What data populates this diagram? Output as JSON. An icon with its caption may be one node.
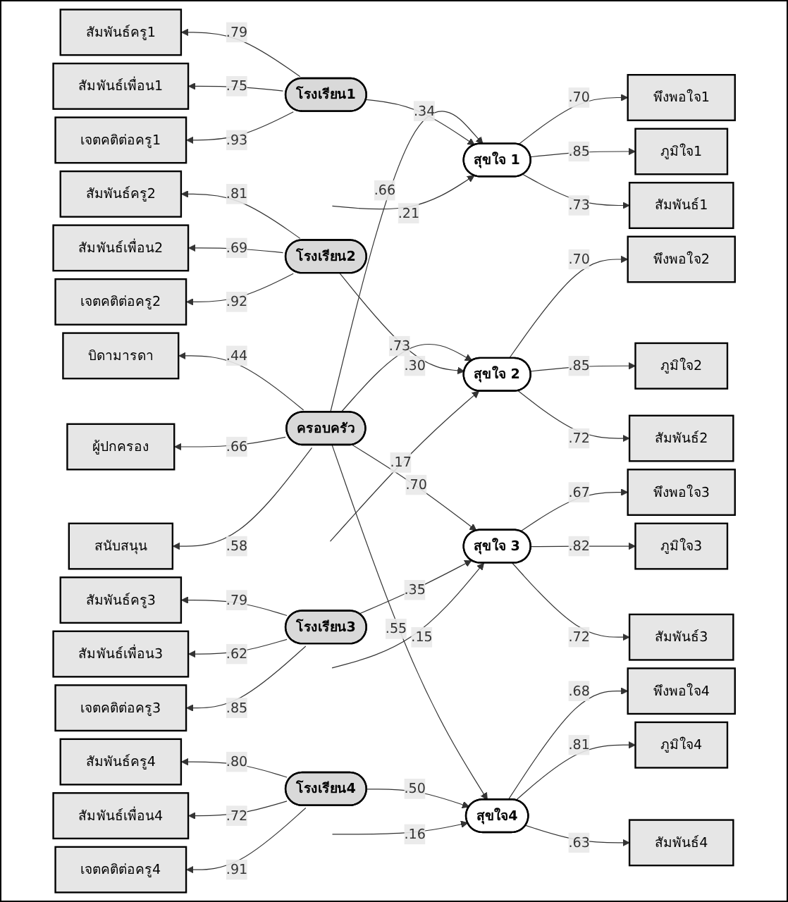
{
  "diagram": {
    "nodes": [
      {
        "text": [
          "ครอบครัว"
        ]
      },
      {
        "text": [
          "บิดามารดา"
        ]
      },
      {
        "text": [
          "ผู้ปกครอง"
        ]
      },
      {
        "text": [
          "สนับสนุน"
        ]
      },
      {
        "text": [
          "โรงเรียน1"
        ]
      },
      {
        "text": [
          "สัมพันธ์ครู1"
        ]
      },
      {
        "text": [
          "สัมพันธ์เพื่อน1"
        ]
      },
      {
        "text": [
          "เจตคติต่อครู1"
        ]
      },
      {
        "text": [
          "โรงเรียน2"
        ]
      },
      {
        "text": [
          "สัมพันธ์ครู2"
        ]
      },
      {
        "text": [
          "สัมพันธ์เพื่อน2"
        ]
      },
      {
        "text": [
          "เจตคติต่อครู2"
        ]
      },
      {
        "text": [
          "โรงเรียน3"
        ]
      },
      {
        "text": [
          "สัมพันธ์ครู3"
        ]
      },
      {
        "text": [
          "สัมพันธ์เพื่อน3"
        ]
      },
      {
        "text": [
          "เจตคติต่อครู3"
        ]
      },
      {
        "text": [
          "โรงเรียน4"
        ]
      },
      {
        "text": [
          "สัมพันธ์ครู4"
        ]
      },
      {
        "text": [
          "สัมพันธ์เพื่อน4"
        ]
      },
      {
        "text": [
          "เจตคติต่อครู4"
        ]
      },
      {
        "text": [
          "สุขใจ 1"
        ]
      },
      {
        "text": [
          "พึงพอใจ1"
        ]
      },
      {
        "text": [
          "ภูมิใจ1"
        ]
      },
      {
        "text": [
          "สัมพันธ์1"
        ]
      },
      {
        "text": [
          "สุขใจ 2"
        ]
      },
      {
        "text": [
          "พึงพอใจ2"
        ]
      },
      {
        "text": [
          "ภูมิใจ2"
        ]
      },
      {
        "text": [
          "สัมพันธ์2"
        ]
      },
      {
        "text": [
          "สุขใจ 3"
        ]
      },
      {
        "text": [
          "พึงพอใจ3"
        ]
      },
      {
        "text": [
          "ภูมิใจ3"
        ]
      },
      {
        "text": [
          "สัมพันธ์3"
        ]
      },
      {
        "text": [
          "สุขใจ4"
        ]
      },
      {
        "text": [
          "พึงพอใจ4"
        ]
      },
      {
        "text": [
          "ภูมิใจ4"
        ]
      },
      {
        "text": [
          "สัมพันธ์4"
        ]
      }
    ],
    "edges": [
      {
        "from": 0,
        "to": 1,
        "arrow": "to",
        "label": ".44"
      },
      {
        "from": 0,
        "to": 2,
        "arrow": "to",
        "label": ".66"
      },
      {
        "from": 0,
        "to": 3,
        "arrow": "to",
        "label": ".58"
      },
      {
        "from": 4,
        "to": 5,
        "arrow": "to",
        "label": ".79"
      },
      {
        "from": 4,
        "to": 6,
        "arrow": "to",
        "label": ".75"
      },
      {
        "from": 4,
        "to": 7,
        "arrow": "to",
        "label": ".93"
      },
      {
        "from": 8,
        "to": 9,
        "arrow": "to",
        "label": ".81"
      },
      {
        "from": 8,
        "to": 10,
        "arrow": "to",
        "label": ".69"
      },
      {
        "from": 8,
        "to": 11,
        "arrow": "to",
        "label": ".92"
      },
      {
        "from": 12,
        "to": 13,
        "arrow": "to",
        "label": ".79"
      },
      {
        "from": 12,
        "to": 14,
        "arrow": "to",
        "label": ".62"
      },
      {
        "from": 12,
        "to": 15,
        "arrow": "to",
        "label": ".85"
      },
      {
        "from": 16,
        "to": 17,
        "arrow": "to",
        "label": ".80"
      },
      {
        "from": 16,
        "to": 18,
        "arrow": "to",
        "label": ".72"
      },
      {
        "from": 16,
        "to": 19,
        "arrow": "to",
        "label": ".91"
      },
      {
        "from": 0,
        "to": 20,
        "arrow": "to",
        "label": ".66"
      },
      {
        "from": 0,
        "to": 24,
        "arrow": "to",
        "label": ".73"
      },
      {
        "from": 0,
        "to": 28,
        "arrow": "to",
        "label": ".70"
      },
      {
        "from": 0,
        "to": 32,
        "arrow": "to",
        "label": ".55"
      },
      {
        "from": 4,
        "to": 20,
        "arrow": "to",
        "label": ".34"
      },
      {
        "from": 8,
        "to": 24,
        "arrow": "to",
        "label": ".30"
      },
      {
        "from": 12,
        "to": 28,
        "arrow": "to",
        "label": ".35"
      },
      {
        "from": 16,
        "to": 32,
        "arrow": "to",
        "label": ".50"
      },
      {
        "from": null,
        "to": 20,
        "arrow": "to",
        "label": ".21"
      },
      {
        "from": null,
        "to": 24,
        "arrow": "to",
        "label": ".17"
      },
      {
        "from": null,
        "to": 28,
        "arrow": "to",
        "label": ".15"
      },
      {
        "from": null,
        "to": 32,
        "arrow": "to",
        "label": ".16"
      },
      {
        "from": 20,
        "to": 21,
        "arrow": "to",
        "label": ".70"
      },
      {
        "from": 20,
        "to": 22,
        "arrow": "to",
        "label": ".85"
      },
      {
        "from": 20,
        "to": 23,
        "arrow": "to",
        "label": ".73"
      },
      {
        "from": 24,
        "to": 25,
        "arrow": "to",
        "label": ".70"
      },
      {
        "from": 24,
        "to": 26,
        "arrow": "to",
        "label": ".85"
      },
      {
        "from": 24,
        "to": 27,
        "arrow": "to",
        "label": ".72"
      },
      {
        "from": 28,
        "to": 29,
        "arrow": "to",
        "label": ".67"
      },
      {
        "from": 28,
        "to": 30,
        "arrow": "to",
        "label": ".82"
      },
      {
        "from": 28,
        "to": 31,
        "arrow": "to",
        "label": ".72"
      },
      {
        "from": 32,
        "to": 33,
        "arrow": "to",
        "label": ".68"
      },
      {
        "from": 32,
        "to": 34,
        "arrow": "to",
        "label": ".81"
      },
      {
        "from": 32,
        "to": 35,
        "arrow": "to",
        "label": ".63"
      }
    ]
  }
}
